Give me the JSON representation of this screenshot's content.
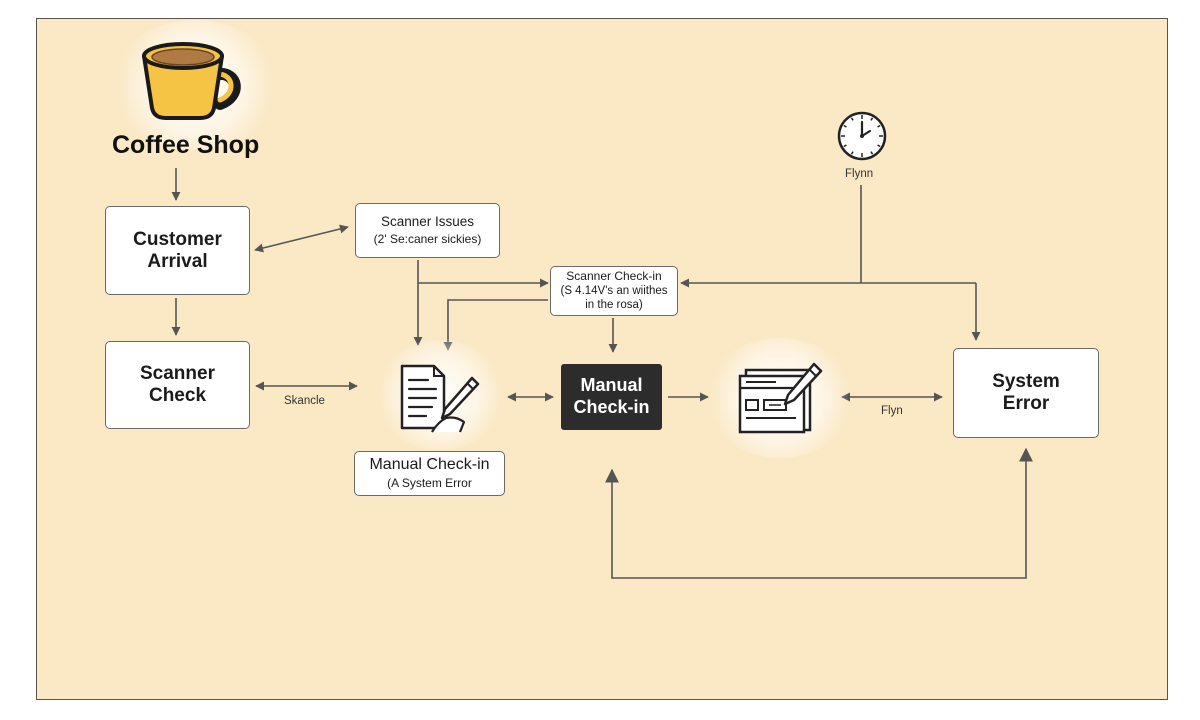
{
  "title": "Coffee Shop",
  "nodes": {
    "customer_arrival": [
      "Customer",
      "Arrival"
    ],
    "scanner_check": [
      "Scanner",
      "Check"
    ],
    "scanner_issues": {
      "title": "Scanner Issues",
      "sub": "(2' Se:caner sickies)"
    },
    "scanner_checkin": {
      "title": "Scanner Check-in",
      "sub1": "(S 4.14V's an wiithes",
      "sub2": "in the rosa)"
    },
    "manual_checkin_dark": [
      "Manual",
      "Check-in"
    ],
    "manual_checkin_note": {
      "title": "Manual Check-in",
      "sub": "(A System Error"
    },
    "system_error": [
      "System",
      "Error"
    ]
  },
  "labels": {
    "clock": "Flynn",
    "scanner_link": "Skancle",
    "error_link": "Flyn"
  },
  "icons": [
    "coffee-cup-icon",
    "clock-icon",
    "form-pencil-icon",
    "card-pencil-icon"
  ],
  "colors": {
    "background": "#fbe9c6",
    "node_fill": "#ffffff",
    "node_border": "#6a6a6a",
    "dark_node": "#2c2c2c",
    "arrow": "#555555",
    "cup": "#f6c445"
  }
}
